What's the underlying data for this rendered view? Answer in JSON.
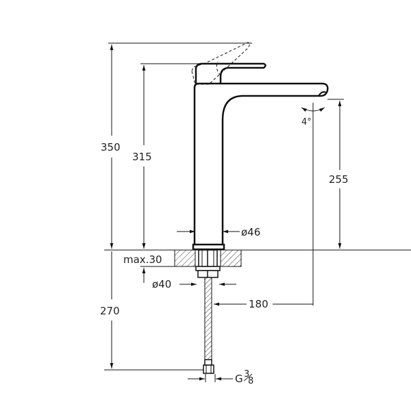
{
  "diagram": {
    "subject": "Tall basin mixer faucet",
    "dimensions": {
      "total_height_above_deck": "350",
      "body_height": "315",
      "spout_height": "255",
      "spout_reach": "180",
      "below_deck_length": "270",
      "body_diameter": "ø46",
      "base_diameter": "ø40",
      "max_deck_thickness": "max.30",
      "spout_swivel_angle": "4°",
      "connection_thread_main": "G",
      "connection_thread_num": "3",
      "connection_thread_den": "8"
    },
    "colors": {
      "line": "#111111",
      "text": "#222222",
      "background": "#ffffff"
    }
  }
}
